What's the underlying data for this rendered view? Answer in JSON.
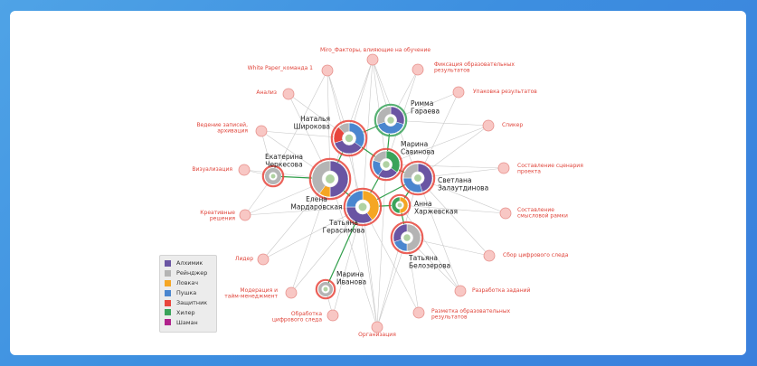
{
  "legend": [
    {
      "label": "Алхимик",
      "color": "#6a55a3"
    },
    {
      "label": "Рейнджер",
      "color": "#b4b4b4"
    },
    {
      "label": "Ловкач",
      "color": "#f5a623"
    },
    {
      "label": "Пушка",
      "color": "#4a86cf"
    },
    {
      "label": "Защитник",
      "color": "#e8453c"
    },
    {
      "label": "Хилер",
      "color": "#3aa35a"
    },
    {
      "label": "Шаман",
      "color": "#b0228c"
    }
  ],
  "people": [
    {
      "id": "shirokova",
      "name_lines": [
        "Наталья",
        "Широкова"
      ]
    },
    {
      "id": "garaeva",
      "name_lines": [
        "Римма",
        "Гараева"
      ]
    },
    {
      "id": "savinova",
      "name_lines": [
        "Марина",
        "Савинова"
      ]
    },
    {
      "id": "cherkesova",
      "name_lines": [
        "Екатерина",
        "Черкесова"
      ]
    },
    {
      "id": "mardarovskaya",
      "name_lines": [
        "Елена",
        "Мардаровская"
      ]
    },
    {
      "id": "zalautdinova",
      "name_lines": [
        "Светлана",
        "Залаутдинова"
      ]
    },
    {
      "id": "gerasimova",
      "name_lines": [
        "Татьяна",
        "Герасимова"
      ]
    },
    {
      "id": "harzhevskaya",
      "name_lines": [
        "Анна",
        "Харжевская"
      ]
    },
    {
      "id": "belozerova",
      "name_lines": [
        "Татьяна",
        "Белозерова"
      ]
    },
    {
      "id": "ivanova",
      "name_lines": [
        "Марина",
        "Иванова"
      ]
    }
  ],
  "tasks": [
    {
      "id": "t_miro",
      "label_lines": [
        "Miro_Факторы, влияющие на обучение"
      ]
    },
    {
      "id": "t_white",
      "label_lines": [
        "White Paper_команда 1"
      ]
    },
    {
      "id": "t_fix",
      "label_lines": [
        "Фиксация образовательных",
        "результатов"
      ]
    },
    {
      "id": "t_pack",
      "label_lines": [
        "Упаковка результатов"
      ]
    },
    {
      "id": "t_analysis",
      "label_lines": [
        "Анализ"
      ]
    },
    {
      "id": "t_records",
      "label_lines": [
        "Ведение записей,",
        "архивация"
      ]
    },
    {
      "id": "t_speaker",
      "label_lines": [
        "Спикер"
      ]
    },
    {
      "id": "t_viz",
      "label_lines": [
        "Визуализация"
      ]
    },
    {
      "id": "t_script",
      "label_lines": [
        "Составление сценария",
        "проекта"
      ]
    },
    {
      "id": "t_creative",
      "label_lines": [
        "Креативные",
        "решения"
      ]
    },
    {
      "id": "t_mindmap",
      "label_lines": [
        "Составление",
        "смысловой рамки"
      ]
    },
    {
      "id": "t_leader",
      "label_lines": [
        "Лидер"
      ]
    },
    {
      "id": "t_digital",
      "label_lines": [
        "Сбор цифрового следа"
      ]
    },
    {
      "id": "t_moderation",
      "label_lines": [
        "Модерация и",
        "тайм-менеджмент"
      ]
    },
    {
      "id": "t_tasks",
      "label_lines": [
        "Разработка заданий"
      ]
    },
    {
      "id": "t_processing",
      "label_lines": [
        "Обработка",
        "цифрового следа"
      ]
    },
    {
      "id": "t_markup",
      "label_lines": [
        "Разметка образовательных",
        "результатов"
      ]
    },
    {
      "id": "t_org",
      "label_lines": [
        "Организация"
      ]
    }
  ]
}
